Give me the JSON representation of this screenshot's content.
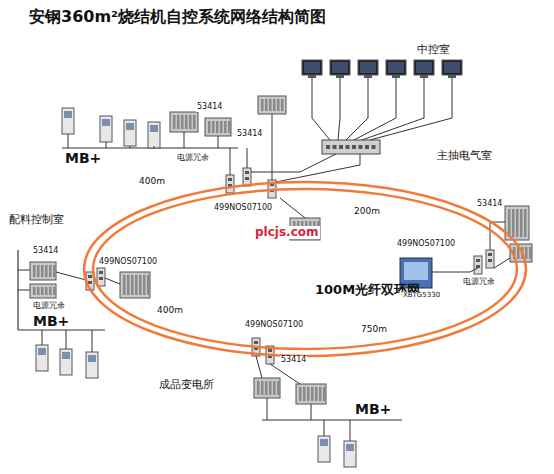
{
  "diagram": {
    "title": "安钢360m²烧结机自控系统网络结构简图",
    "nodes": [
      {
        "text": [
          "100M光纤双环网"
        ]
      }
    ],
    "labels": [
      "中控室",
      "53414",
      "53414",
      "MB+",
      "电源冗余",
      "400m",
      "主抽电气室",
      "499NOS07100",
      "plcjs.com",
      "200m",
      "53414",
      "499NOS07100",
      "配料控制室",
      "53414",
      "499NOS07100",
      "电源冗余",
      "XBTG5330",
      "电源冗余",
      "MB+",
      "400m",
      "499NOS07100",
      "750m",
      "成品变电所",
      "53414",
      "MB+"
    ]
  }
}
